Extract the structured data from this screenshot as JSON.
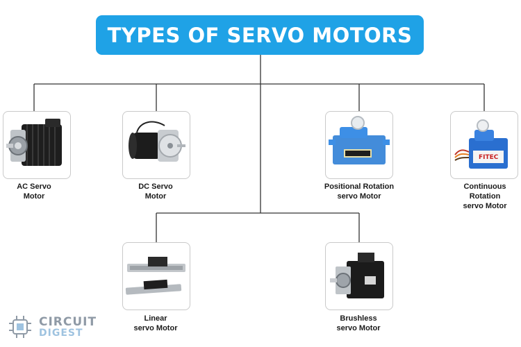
{
  "title": "TYPES OF SERVO MOTORS",
  "colors": {
    "accent": "#1fa2e6",
    "connector": "#333333"
  },
  "motors": [
    {
      "name": "ac",
      "label_lines": [
        "AC  Servo",
        "Motor"
      ]
    },
    {
      "name": "dc",
      "label_lines": [
        "DC  Servo",
        "Motor"
      ]
    },
    {
      "name": "positional",
      "label_lines": [
        "Positional Rotation",
        "servo Motor"
      ]
    },
    {
      "name": "continuous",
      "label_lines": [
        "Continuous",
        "Rotation",
        "servo Motor"
      ]
    },
    {
      "name": "linear",
      "label_lines": [
        "Linear",
        "servo Motor"
      ]
    },
    {
      "name": "brushless",
      "label_lines": [
        "Brushless",
        "servo Motor"
      ]
    }
  ],
  "logo": {
    "line1": "CIRCUIT",
    "line2": "DIGEST"
  }
}
